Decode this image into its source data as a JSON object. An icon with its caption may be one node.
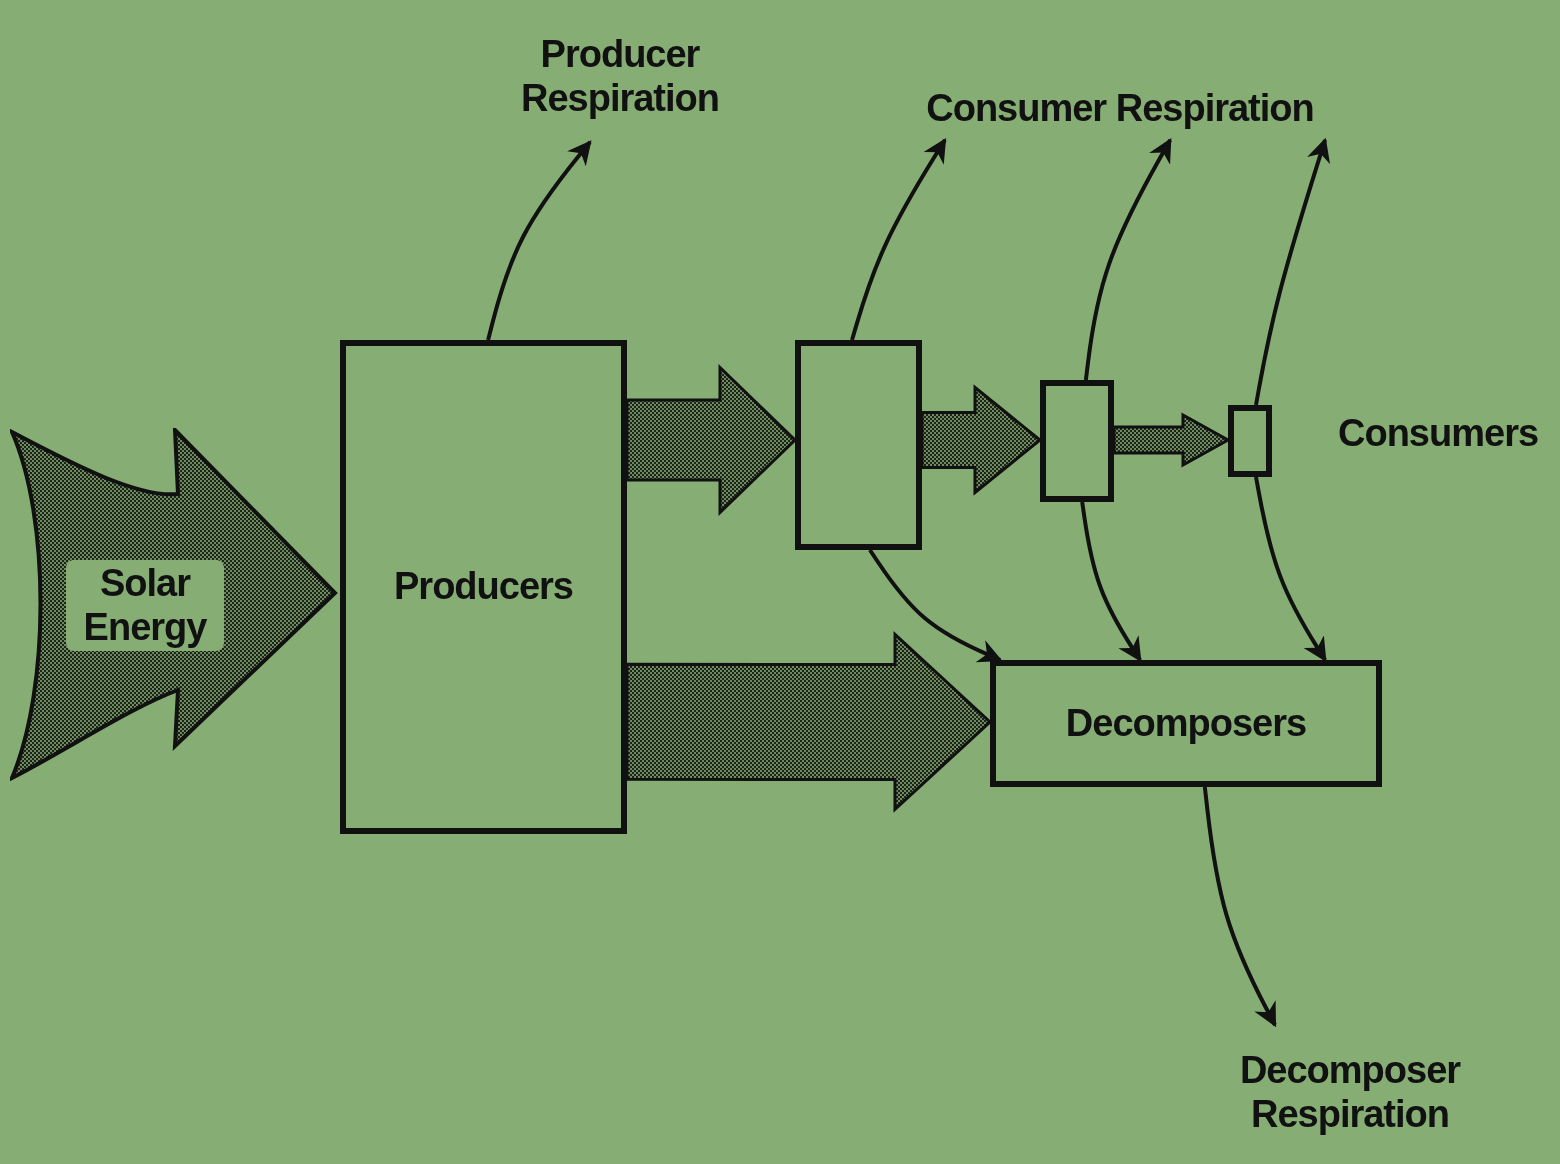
{
  "diagram": {
    "nodes": [
      {
        "text": [
          "Producer Respiration"
        ]
      },
      {
        "text": [
          "Consumer Respiration"
        ]
      },
      {
        "text": [
          "Solar Energy"
        ]
      },
      {
        "text": [
          "Producers"
        ]
      },
      {
        "text": [],
        "shape": "box"
      },
      {
        "text": [],
        "shape": "box"
      },
      {
        "text": [],
        "shape": "box"
      },
      {
        "text": [
          "Decomposers"
        ]
      },
      {
        "text": [
          "Decomposer Respiration"
        ]
      }
    ],
    "edges": [
      {
        "from": 3,
        "to": 0,
        "arrow": "to"
      },
      {
        "from": 4,
        "to": 1,
        "arrow": "to"
      },
      {
        "from": 5,
        "to": 1,
        "arrow": "to"
      },
      {
        "from": 6,
        "to": 1,
        "arrow": "to"
      },
      {
        "from": 3,
        "to": 4,
        "arrow": "to",
        "style": "thick"
      },
      {
        "from": 4,
        "to": 5,
        "arrow": "to",
        "style": "thick"
      },
      {
        "from": 5,
        "to": 6,
        "arrow": "to",
        "style": "thick"
      },
      {
        "from": 3,
        "to": 7,
        "arrow": "to",
        "style": "thick"
      },
      {
        "from": 4,
        "to": 7,
        "arrow": "to"
      },
      {
        "from": 5,
        "to": 7,
        "arrow": "to"
      },
      {
        "from": 6,
        "to": 7,
        "arrow": "to"
      },
      {
        "from": 7,
        "to": 8,
        "arrow": "to"
      }
    ],
    "labels": [
      "Consumers"
    ]
  }
}
